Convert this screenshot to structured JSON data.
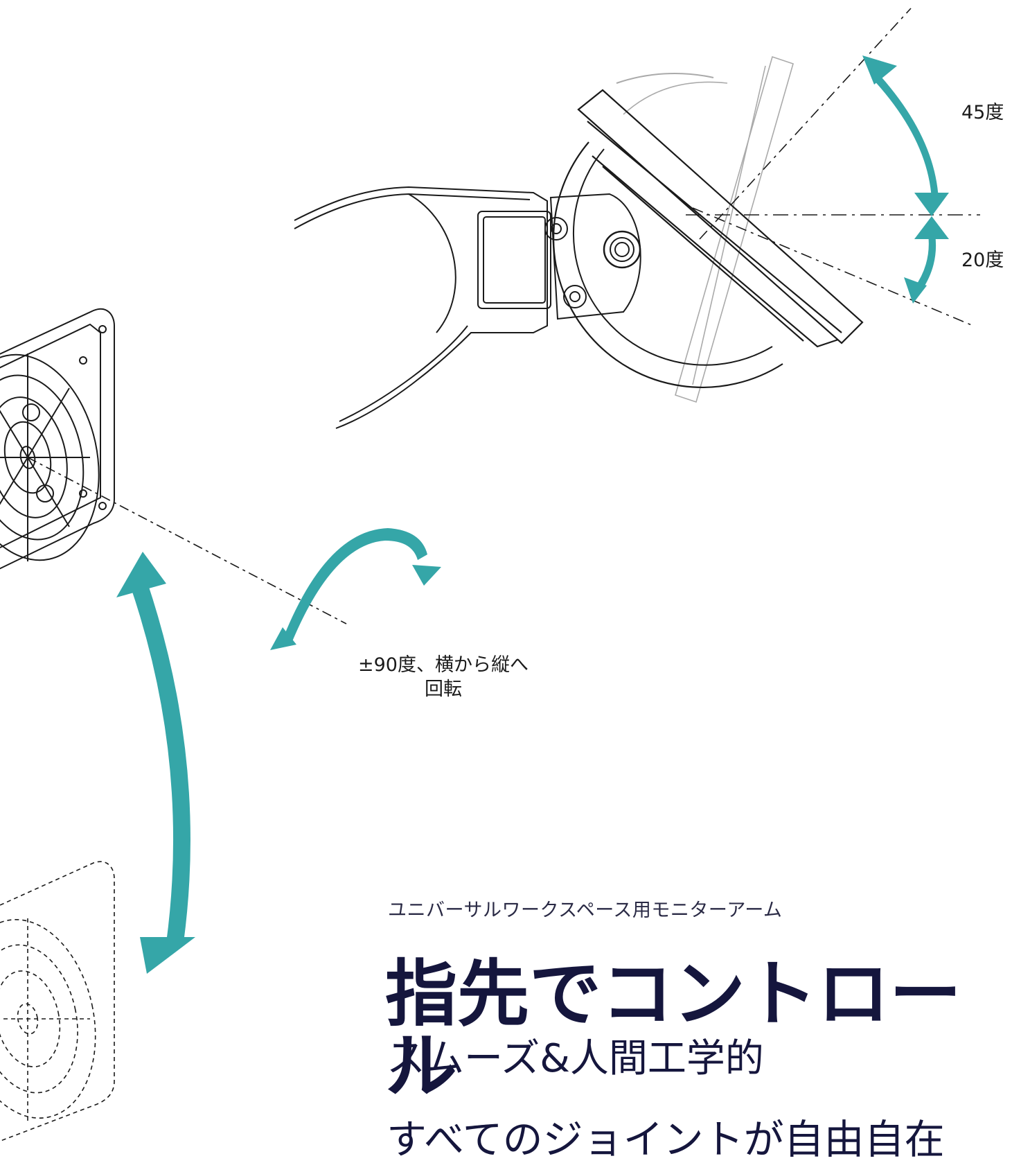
{
  "diagram": {
    "tilt_up_label": "45度",
    "tilt_down_label": "20度",
    "rotation_label_line1": "±90度、横から縦へ",
    "rotation_label_line2": "回転"
  },
  "content": {
    "kicker": "ユニバーサルワークスペース用モニターアーム",
    "headline": "指先でコントロール",
    "subheadline": "スムーズ&人間工学的",
    "body_partial": "すべてのジョイントが自由自在"
  },
  "colors": {
    "accent": "#35a6a8",
    "headline": "#15163d",
    "line": "#1a1a1a"
  }
}
